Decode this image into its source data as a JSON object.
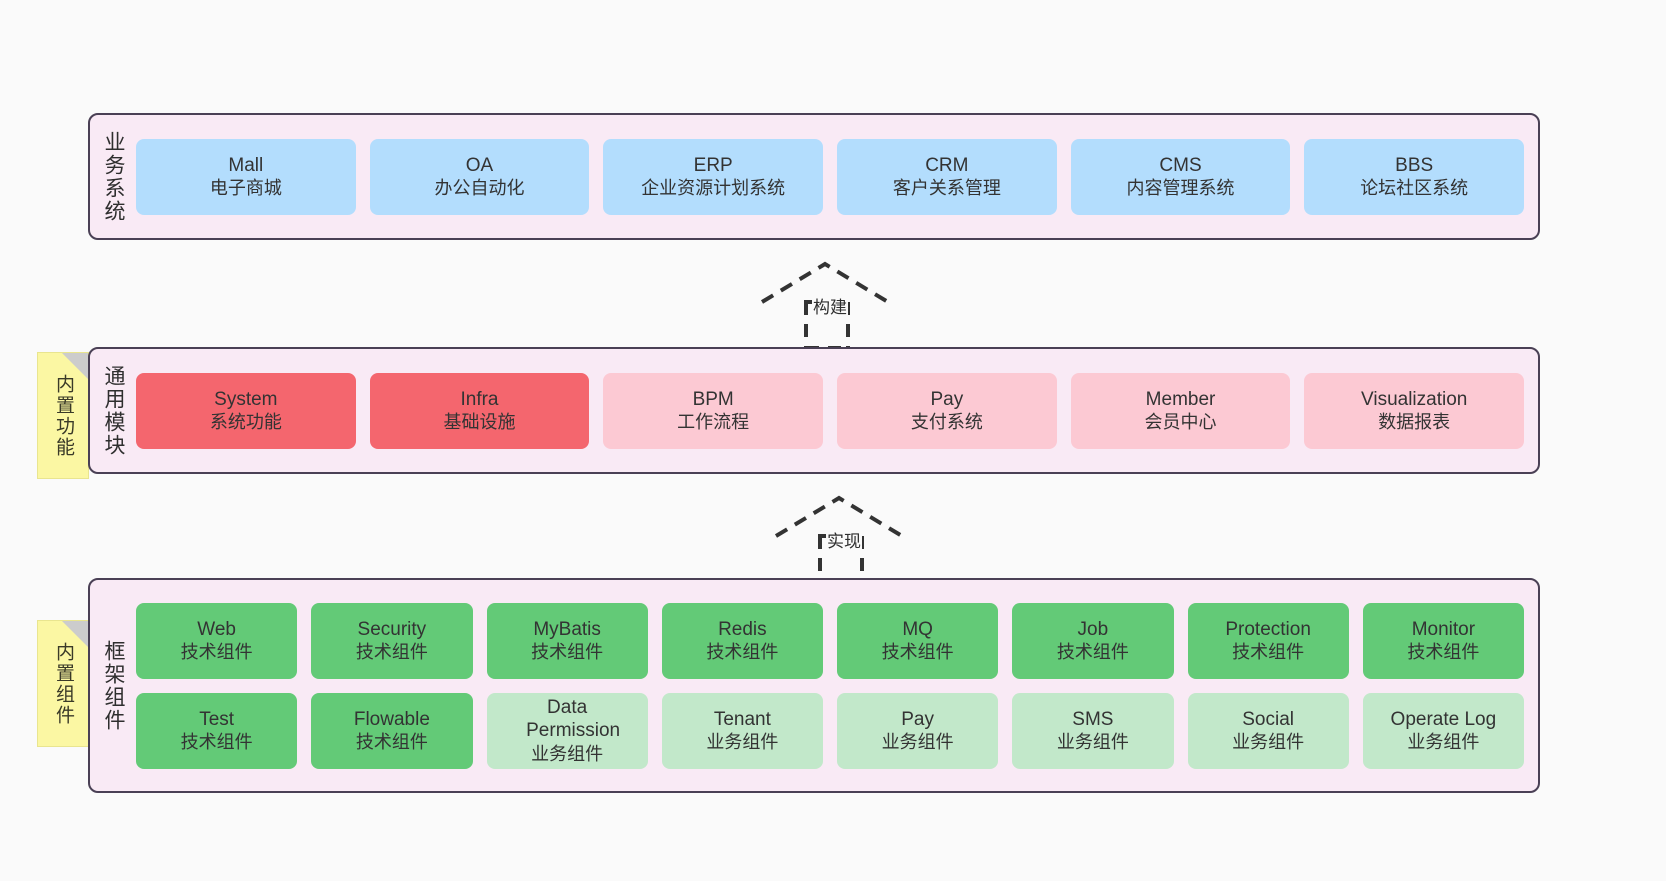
{
  "diagram": {
    "background": "#fafafa",
    "panel_fill": "#f9eaf5",
    "panel_stroke": "#4a4055",
    "note_fill": "#fbf7a3",
    "colors": {
      "business": "#b3ddfd",
      "module_core": "#f4666e",
      "module_optional": "#fcc9d3",
      "component_tech": "#63ca77",
      "component_biz": "#c2e8ca"
    }
  },
  "layers": [
    {
      "id": "business-system",
      "caption": "业务系统",
      "rows": [
        {
          "style": "blue",
          "cards": [
            {
              "title": "Mall",
              "subtitle": "电子商城"
            },
            {
              "title": "OA",
              "subtitle": "办公自动化"
            },
            {
              "title": "ERP",
              "subtitle": "企业资源计划系统"
            },
            {
              "title": "CRM",
              "subtitle": "客户关系管理"
            },
            {
              "title": "CMS",
              "subtitle": "内容管理系统"
            },
            {
              "title": "BBS",
              "subtitle": "论坛社区系统"
            }
          ]
        }
      ]
    },
    {
      "id": "common-module",
      "caption": "通用模块",
      "note": "内置功能",
      "rows": [
        {
          "cards": [
            {
              "title": "System",
              "subtitle": "系统功能",
              "style": "red"
            },
            {
              "title": "Infra",
              "subtitle": "基础设施",
              "style": "red"
            },
            {
              "title": "BPM",
              "subtitle": "工作流程",
              "style": "pinklight"
            },
            {
              "title": "Pay",
              "subtitle": "支付系统",
              "style": "pinklight"
            },
            {
              "title": "Member",
              "subtitle": "会员中心",
              "style": "pinklight"
            },
            {
              "title": "Visualization",
              "subtitle": "数据报表",
              "style": "pinklight"
            }
          ]
        }
      ]
    },
    {
      "id": "framework-component",
      "caption": "框架组件",
      "note": "内置组件",
      "rows": [
        {
          "cards": [
            {
              "title": "Web",
              "subtitle": "技术组件",
              "style": "green"
            },
            {
              "title": "Security",
              "subtitle": "技术组件",
              "style": "green"
            },
            {
              "title": "MyBatis",
              "subtitle": "技术组件",
              "style": "green"
            },
            {
              "title": "Redis",
              "subtitle": "技术组件",
              "style": "green"
            },
            {
              "title": "MQ",
              "subtitle": "技术组件",
              "style": "green"
            },
            {
              "title": "Job",
              "subtitle": "技术组件",
              "style": "green"
            },
            {
              "title": "Protection",
              "subtitle": "技术组件",
              "style": "green"
            },
            {
              "title": "Monitor",
              "subtitle": "技术组件",
              "style": "green"
            }
          ]
        },
        {
          "cards": [
            {
              "title": "Test",
              "subtitle": "技术组件",
              "style": "green"
            },
            {
              "title": "Flowable",
              "subtitle": "技术组件",
              "style": "green"
            },
            {
              "title": "Data Permission",
              "subtitle": "业务组件",
              "style": "greenlight"
            },
            {
              "title": "Tenant",
              "subtitle": "业务组件",
              "style": "greenlight"
            },
            {
              "title": "Pay",
              "subtitle": "业务组件",
              "style": "greenlight"
            },
            {
              "title": "SMS",
              "subtitle": "业务组件",
              "style": "greenlight"
            },
            {
              "title": "Social",
              "subtitle": "业务组件",
              "style": "greenlight"
            },
            {
              "title": "Operate Log",
              "subtitle": "业务组件",
              "style": "greenlight"
            }
          ]
        }
      ]
    }
  ],
  "connectors": [
    {
      "id": "build",
      "label": "构建",
      "from": "common-module",
      "to": "business-system",
      "style": "dashed-hollow-arrow-up"
    },
    {
      "id": "implement",
      "label": "实现",
      "from": "framework-component",
      "to": "common-module",
      "style": "dashed-hollow-arrow-up"
    }
  ]
}
